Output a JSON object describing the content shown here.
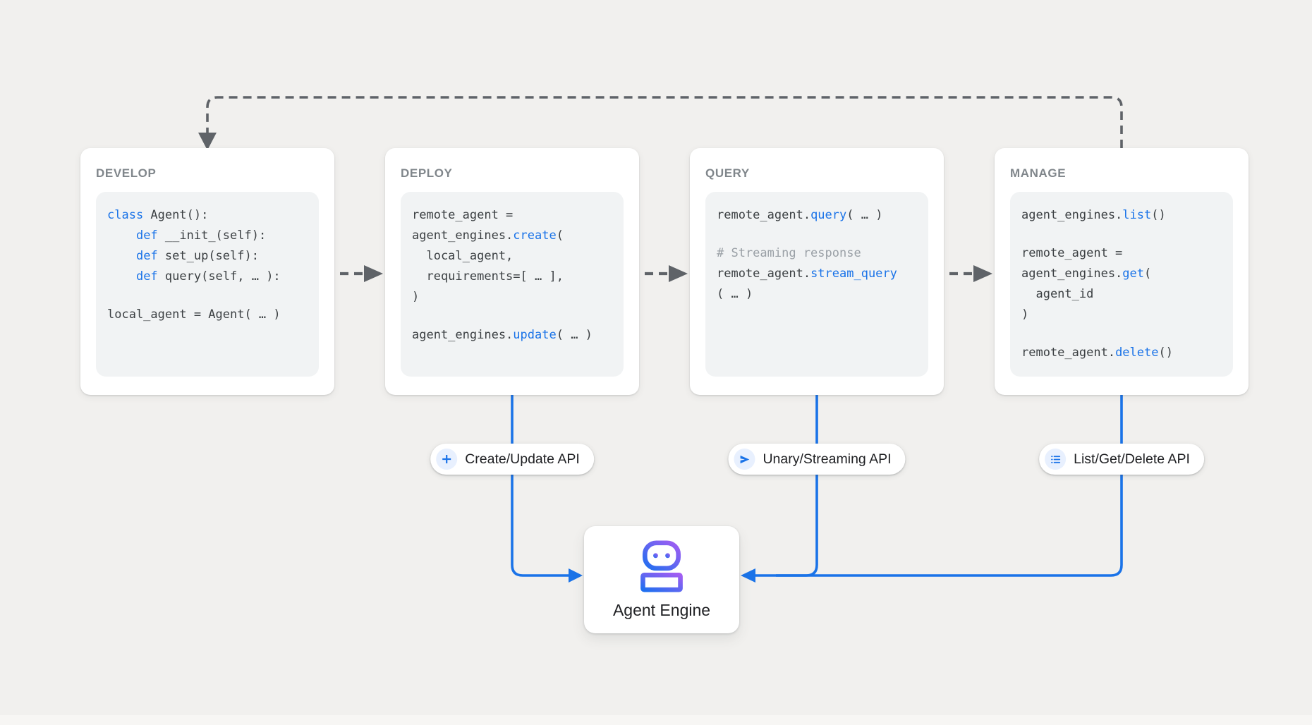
{
  "colors": {
    "background": "#f1f0ee",
    "card_bg": "#ffffff",
    "code_bg": "#f1f3f4",
    "code_text": "#3c4043",
    "code_keyword": "#1a73e8",
    "code_comment": "#9aa0a6",
    "dashed_arrow": "#5f6368",
    "connector_blue": "#1a73e8",
    "icon_circle_bg": "#e8f0fe",
    "robot_gradient_start": "#1f6ff0",
    "robot_gradient_end": "#a35df2"
  },
  "cards": [
    {
      "title": "DEVELOP",
      "code": [
        [
          {
            "s": "k",
            "t": "class"
          },
          {
            "s": "",
            "t": " Agent():"
          }
        ],
        [
          {
            "s": "",
            "t": "    "
          },
          {
            "s": "k",
            "t": "def"
          },
          {
            "s": "",
            "t": " __init_(self):"
          }
        ],
        [
          {
            "s": "",
            "t": "    "
          },
          {
            "s": "k",
            "t": "def"
          },
          {
            "s": "",
            "t": " set_up(self):"
          }
        ],
        [
          {
            "s": "",
            "t": "    "
          },
          {
            "s": "k",
            "t": "def"
          },
          {
            "s": "",
            "t": " query(self, … ):"
          }
        ],
        [],
        [
          {
            "s": "",
            "t": "local_agent = Agent( … )"
          }
        ]
      ]
    },
    {
      "title": "DEPLOY",
      "code": [
        [
          {
            "s": "",
            "t": "remote_agent ="
          }
        ],
        [
          {
            "s": "",
            "t": "agent_engines."
          },
          {
            "s": "k",
            "t": "create"
          },
          {
            "s": "",
            "t": "("
          }
        ],
        [
          {
            "s": "",
            "t": "  local_agent,"
          }
        ],
        [
          {
            "s": "",
            "t": "  requirements=[ … ],"
          }
        ],
        [
          {
            "s": "",
            "t": ")"
          }
        ],
        [],
        [
          {
            "s": "",
            "t": "agent_engines."
          },
          {
            "s": "k",
            "t": "update"
          },
          {
            "s": "",
            "t": "( … )"
          }
        ]
      ]
    },
    {
      "title": "QUERY",
      "code": [
        [
          {
            "s": "",
            "t": "remote_agent."
          },
          {
            "s": "k",
            "t": "query"
          },
          {
            "s": "",
            "t": "( … )"
          }
        ],
        [],
        [
          {
            "s": "c",
            "t": "# Streaming response"
          }
        ],
        [
          {
            "s": "",
            "t": "remote_agent."
          },
          {
            "s": "k",
            "t": "stream_query"
          }
        ],
        [
          {
            "s": "",
            "t": "( … )"
          }
        ]
      ]
    },
    {
      "title": "MANAGE",
      "code": [
        [
          {
            "s": "",
            "t": "agent_engines."
          },
          {
            "s": "k",
            "t": "list"
          },
          {
            "s": "",
            "t": "()"
          }
        ],
        [],
        [
          {
            "s": "",
            "t": "remote_agent ="
          }
        ],
        [
          {
            "s": "",
            "t": "agent_engines."
          },
          {
            "s": "k",
            "t": "get"
          },
          {
            "s": "",
            "t": "("
          }
        ],
        [
          {
            "s": "",
            "t": "  agent_id"
          }
        ],
        [
          {
            "s": "",
            "t": ")"
          }
        ],
        [],
        [
          {
            "s": "",
            "t": "remote_agent."
          },
          {
            "s": "k",
            "t": "delete"
          },
          {
            "s": "",
            "t": "()"
          }
        ]
      ]
    }
  ],
  "pills": [
    {
      "label": "Create/Update API",
      "icon": "plus-icon"
    },
    {
      "label": "Unary/Streaming API",
      "icon": "send-icon"
    },
    {
      "label": "List/Get/Delete API",
      "icon": "list-icon"
    }
  ],
  "engine": {
    "label": "Agent Engine",
    "icon": "robot-icon"
  }
}
